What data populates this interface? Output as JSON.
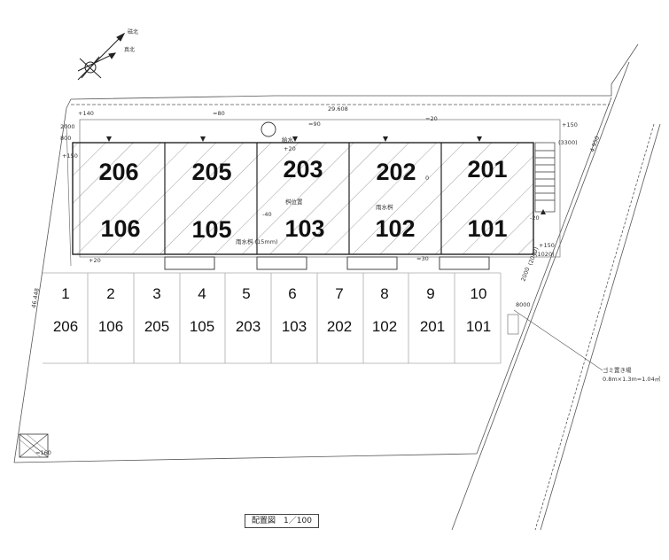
{
  "compass": {
    "magnetic_north": "磁北",
    "true_north": "真北"
  },
  "building": {
    "units_upper": [
      "206",
      "205",
      "203",
      "202",
      "201"
    ],
    "units_lower": [
      "106",
      "105",
      "103",
      "102",
      "101"
    ],
    "notes": {
      "width_dim": "29.608",
      "top_left_dim": "+140",
      "top_mid_dim1": "=80",
      "top_mid_dim2": "=90",
      "top_right_dim": "=20",
      "top_right_pill": "+150",
      "left_box_top": "2000",
      "left_box_bottom": "800",
      "left_dim": "+150",
      "bottom_left_dim": "+20",
      "bottom_mid_dim": "=30",
      "center_top_label": "給水",
      "center_top_value": "+20",
      "center_mid_label": "桝位置",
      "center_mid_value": "-40",
      "center_low_label": "雨水桝 (15mm)",
      "right_label": "雨水桝",
      "right_dim": "0",
      "stair_box": "(3300)",
      "stair_dim1": "+150",
      "stair_dim2": "(1020)",
      "right_side_dim": "-20"
    }
  },
  "parking": {
    "lots": [
      {
        "num": "1",
        "room": "206"
      },
      {
        "num": "2",
        "room": "106"
      },
      {
        "num": "3",
        "room": "205"
      },
      {
        "num": "4",
        "room": "105"
      },
      {
        "num": "5",
        "room": "203"
      },
      {
        "num": "6",
        "room": "103"
      },
      {
        "num": "7",
        "room": "202"
      },
      {
        "num": "8",
        "room": "102"
      },
      {
        "num": "9",
        "room": "201"
      },
      {
        "num": "10",
        "room": "101"
      }
    ]
  },
  "site": {
    "left_boundary_dim": "46.448",
    "right_top_dim": "4.950",
    "right_side_labels": [
      "2000",
      "(2040)",
      "8000"
    ],
    "bottom_left_dim": "=160",
    "garbage_label": "ゴミ置き場",
    "garbage_size": "0.8m×1.3m=1.04㎡"
  },
  "caption": "配置図　1／100"
}
